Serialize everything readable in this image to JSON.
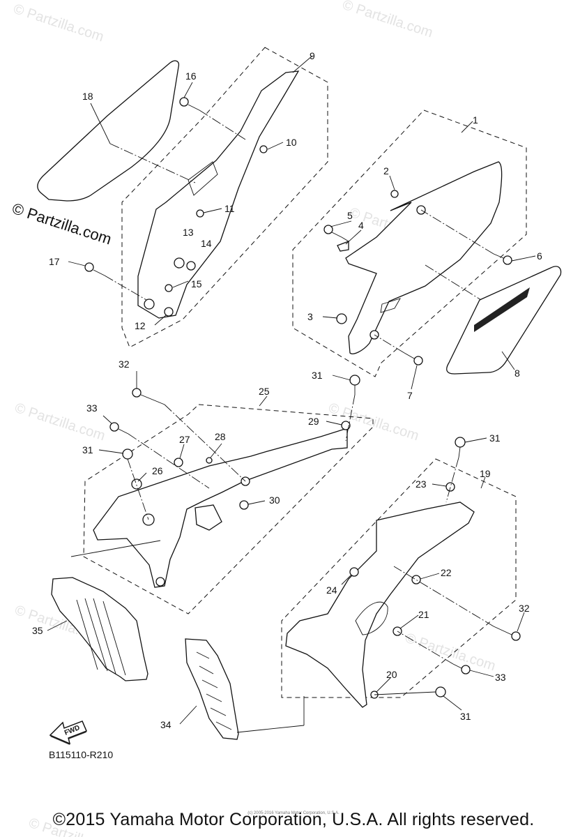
{
  "watermark": {
    "brand": "© Partzilla.com",
    "tiles": [
      {
        "id": "wm-1",
        "text": "© Partzilla.com"
      },
      {
        "id": "wm-2",
        "text": "© Partzilla.com"
      },
      {
        "id": "wm-3",
        "text": "© Partzilla.com"
      },
      {
        "id": "wm-4",
        "text": "© Partzilla.com"
      },
      {
        "id": "wm-5",
        "text": "© Partzilla.com"
      },
      {
        "id": "wm-6",
        "text": "© Partzilla.com"
      },
      {
        "id": "wm-7",
        "text": "© Partzilla.com"
      },
      {
        "id": "wm-8",
        "text": "© Partzilla.com"
      }
    ]
  },
  "diagram": {
    "code": "B115110-R210",
    "fwd_label": "FWD",
    "callouts": {
      "p1": "1",
      "p2": "2",
      "p3": "3",
      "p4": "4",
      "p5": "5",
      "p6": "6",
      "p7a": "7",
      "p8": "8",
      "p9": "9",
      "p10": "10",
      "p11": "11",
      "p12": "12",
      "p13": "13",
      "p14": "14",
      "p15": "15",
      "p16": "16",
      "p17": "17",
      "p18": "18",
      "p19": "19",
      "p20": "20",
      "p21": "21",
      "p22": "22",
      "p23": "23",
      "p24": "24",
      "p25": "25",
      "p26": "26",
      "p27": "27",
      "p28": "28",
      "p29": "29",
      "p30": "30",
      "p31a": "31",
      "p31b": "31",
      "p31c": "31",
      "p31d": "31",
      "p32a": "32",
      "p32b": "32",
      "p33a": "33",
      "p33b": "33",
      "p34": "34",
      "p35": "35"
    }
  },
  "footer": {
    "copyright": "©2015 Yamaha Motor Corporation, U.S.A. All rights reserved.",
    "small_copyright": "(c) 2005-2016 Yamaha Motor Corporation, U.S.A."
  }
}
